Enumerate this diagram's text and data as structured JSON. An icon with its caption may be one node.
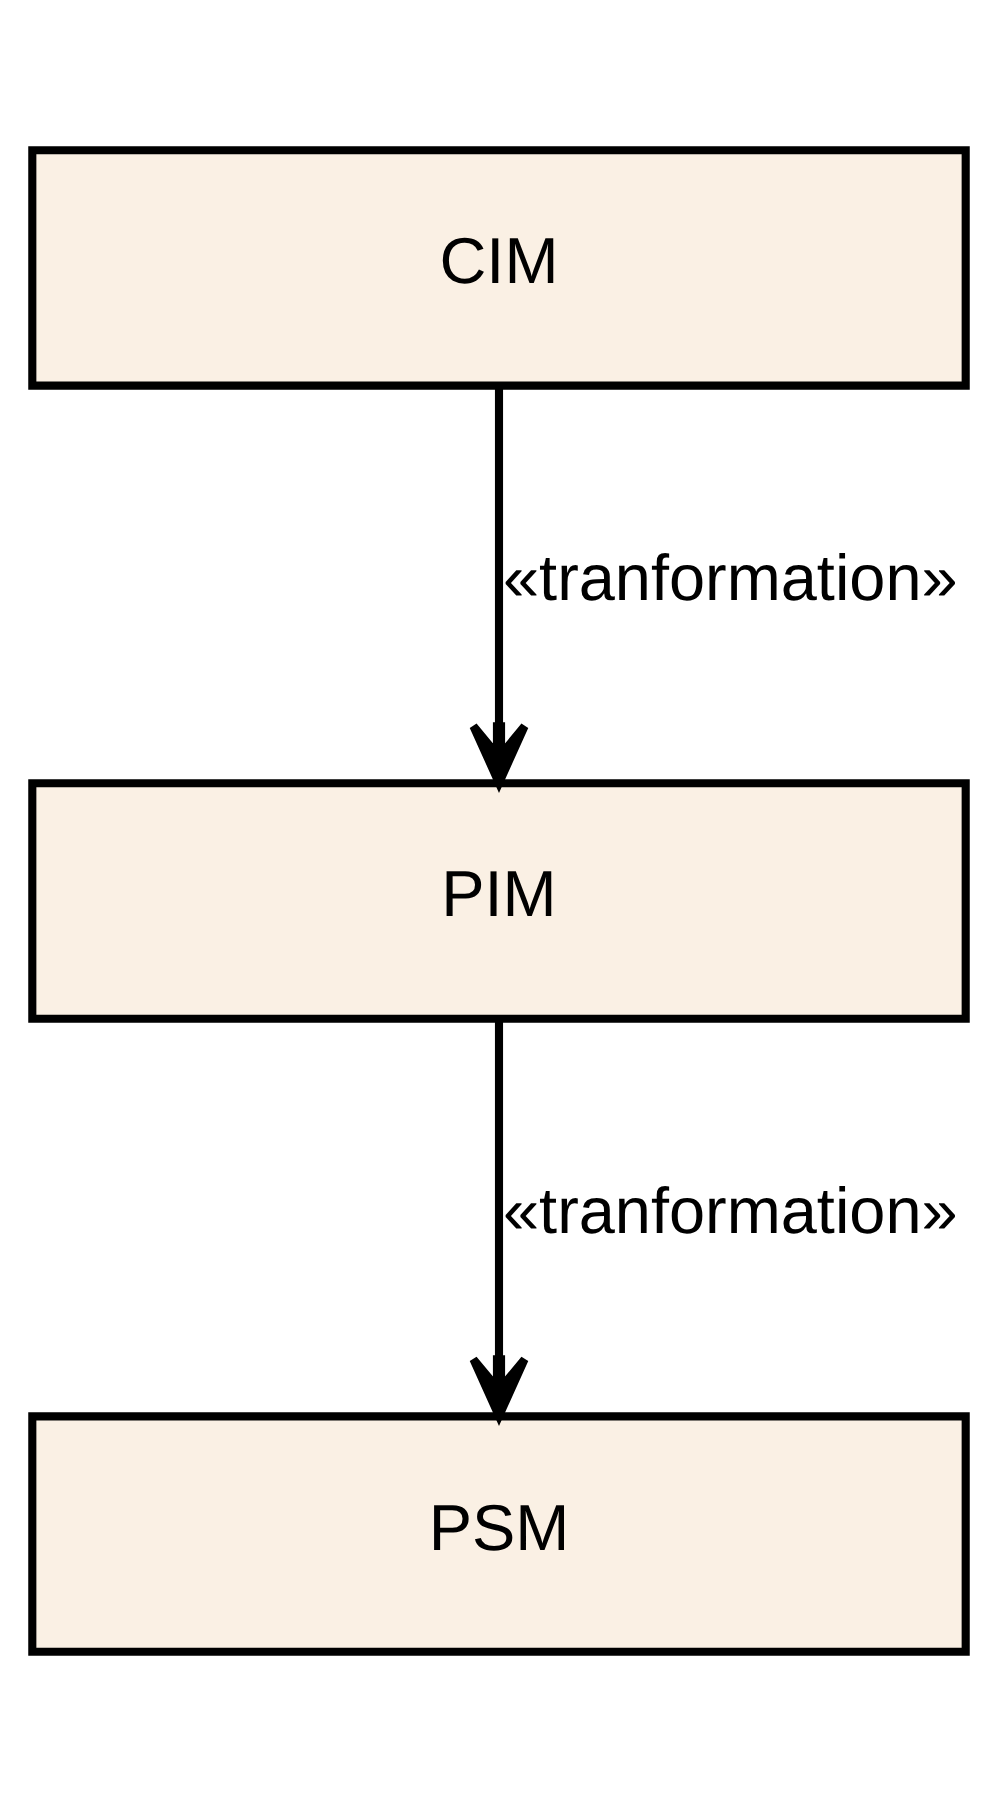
{
  "diagram": {
    "nodes": [
      {
        "text": [
          "CIM"
        ]
      },
      {
        "text": [
          "PIM"
        ]
      },
      {
        "text": [
          "PSM"
        ]
      }
    ],
    "edges": [
      {
        "from": 0,
        "to": 1,
        "arrow": "to",
        "label": "«tranformation»"
      },
      {
        "from": 1,
        "to": 2,
        "arrow": "to",
        "label": "«tranformation»"
      }
    ]
  }
}
